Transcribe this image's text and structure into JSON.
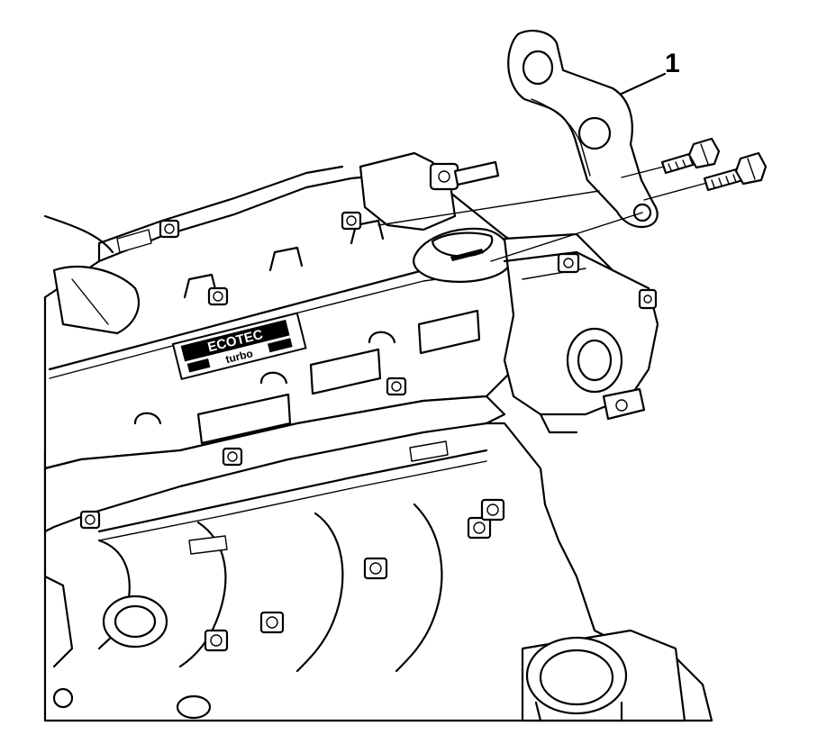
{
  "diagram": {
    "callouts": [
      {
        "id": "1",
        "label": "1"
      }
    ],
    "emblem": {
      "brand": "ECOTEC",
      "variant": "turbo"
    },
    "colors": {
      "line": "#000000",
      "background": "#ffffff"
    }
  }
}
